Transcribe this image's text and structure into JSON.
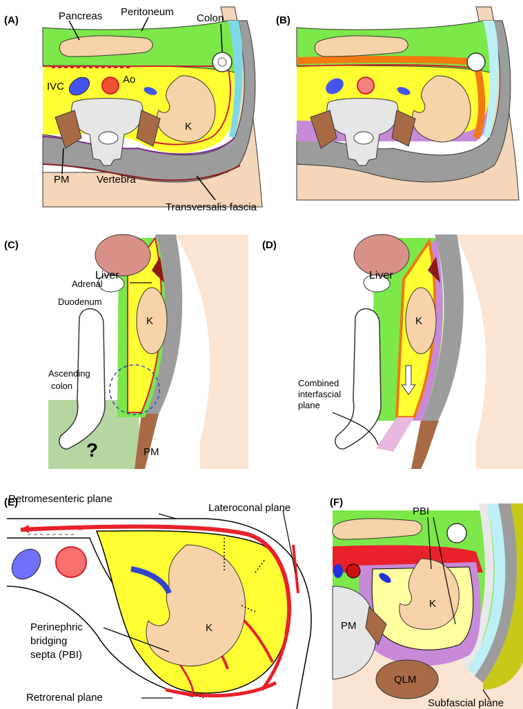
{
  "panels": [
    {
      "id": "A",
      "label": "(A)"
    },
    {
      "id": "B",
      "label": "(B)"
    },
    {
      "id": "C",
      "label": "(C)"
    },
    {
      "id": "D",
      "label": "(D)"
    },
    {
      "id": "E",
      "label": "(E)"
    },
    {
      "id": "F",
      "label": "(F)"
    }
  ],
  "panel_a": {
    "pancreas": "Pancreas",
    "peritoneum": "Peritoneum",
    "colon": "Colon",
    "ivc": "IVC",
    "ao": "Ao",
    "k": "K",
    "pm": "PM",
    "vertebra": "Vertebra",
    "transversalis": "Transversalis fascia"
  },
  "panel_c": {
    "liver": "Liver",
    "adrenal": "Adrenal",
    "duodenum": "Duodenum",
    "k": "K",
    "ascending_1": "Ascending",
    "ascending_2": "colon",
    "question": "?",
    "pm": "PM"
  },
  "panel_d": {
    "liver": "Liver",
    "k": "K",
    "combined_1": "Combined",
    "combined_2": "interfascial",
    "combined_3": "plane"
  },
  "panel_e": {
    "retromesenteric": "Retromesenteric plane",
    "lateroconal": "Lateroconal plane",
    "k": "K",
    "pbs_1": "Perinephric",
    "pbs_2": "bridging",
    "pbs_3": "septa (PBI)",
    "retrorenal": "Retrorenal plane"
  },
  "panel_f": {
    "pbi": "PBI",
    "pm": "PM",
    "k": "K",
    "qlm": "QLM",
    "subfascial": "Subfascial plane"
  },
  "colors": {
    "peritoneal_green": "#7CE84A",
    "retroperitoneal_yellow": "#FFFF33",
    "fascia_red": "#E8212A",
    "kidney_peach": "#F8D2A8",
    "muscle_brown": "#A86A45",
    "posterior_grey": "#9C9C9C",
    "skin_tan": "#F5D6B8",
    "orange_fascia": "#F07A10",
    "violet": "#C88AD8",
    "vessel_blue": "#4455EE"
  }
}
